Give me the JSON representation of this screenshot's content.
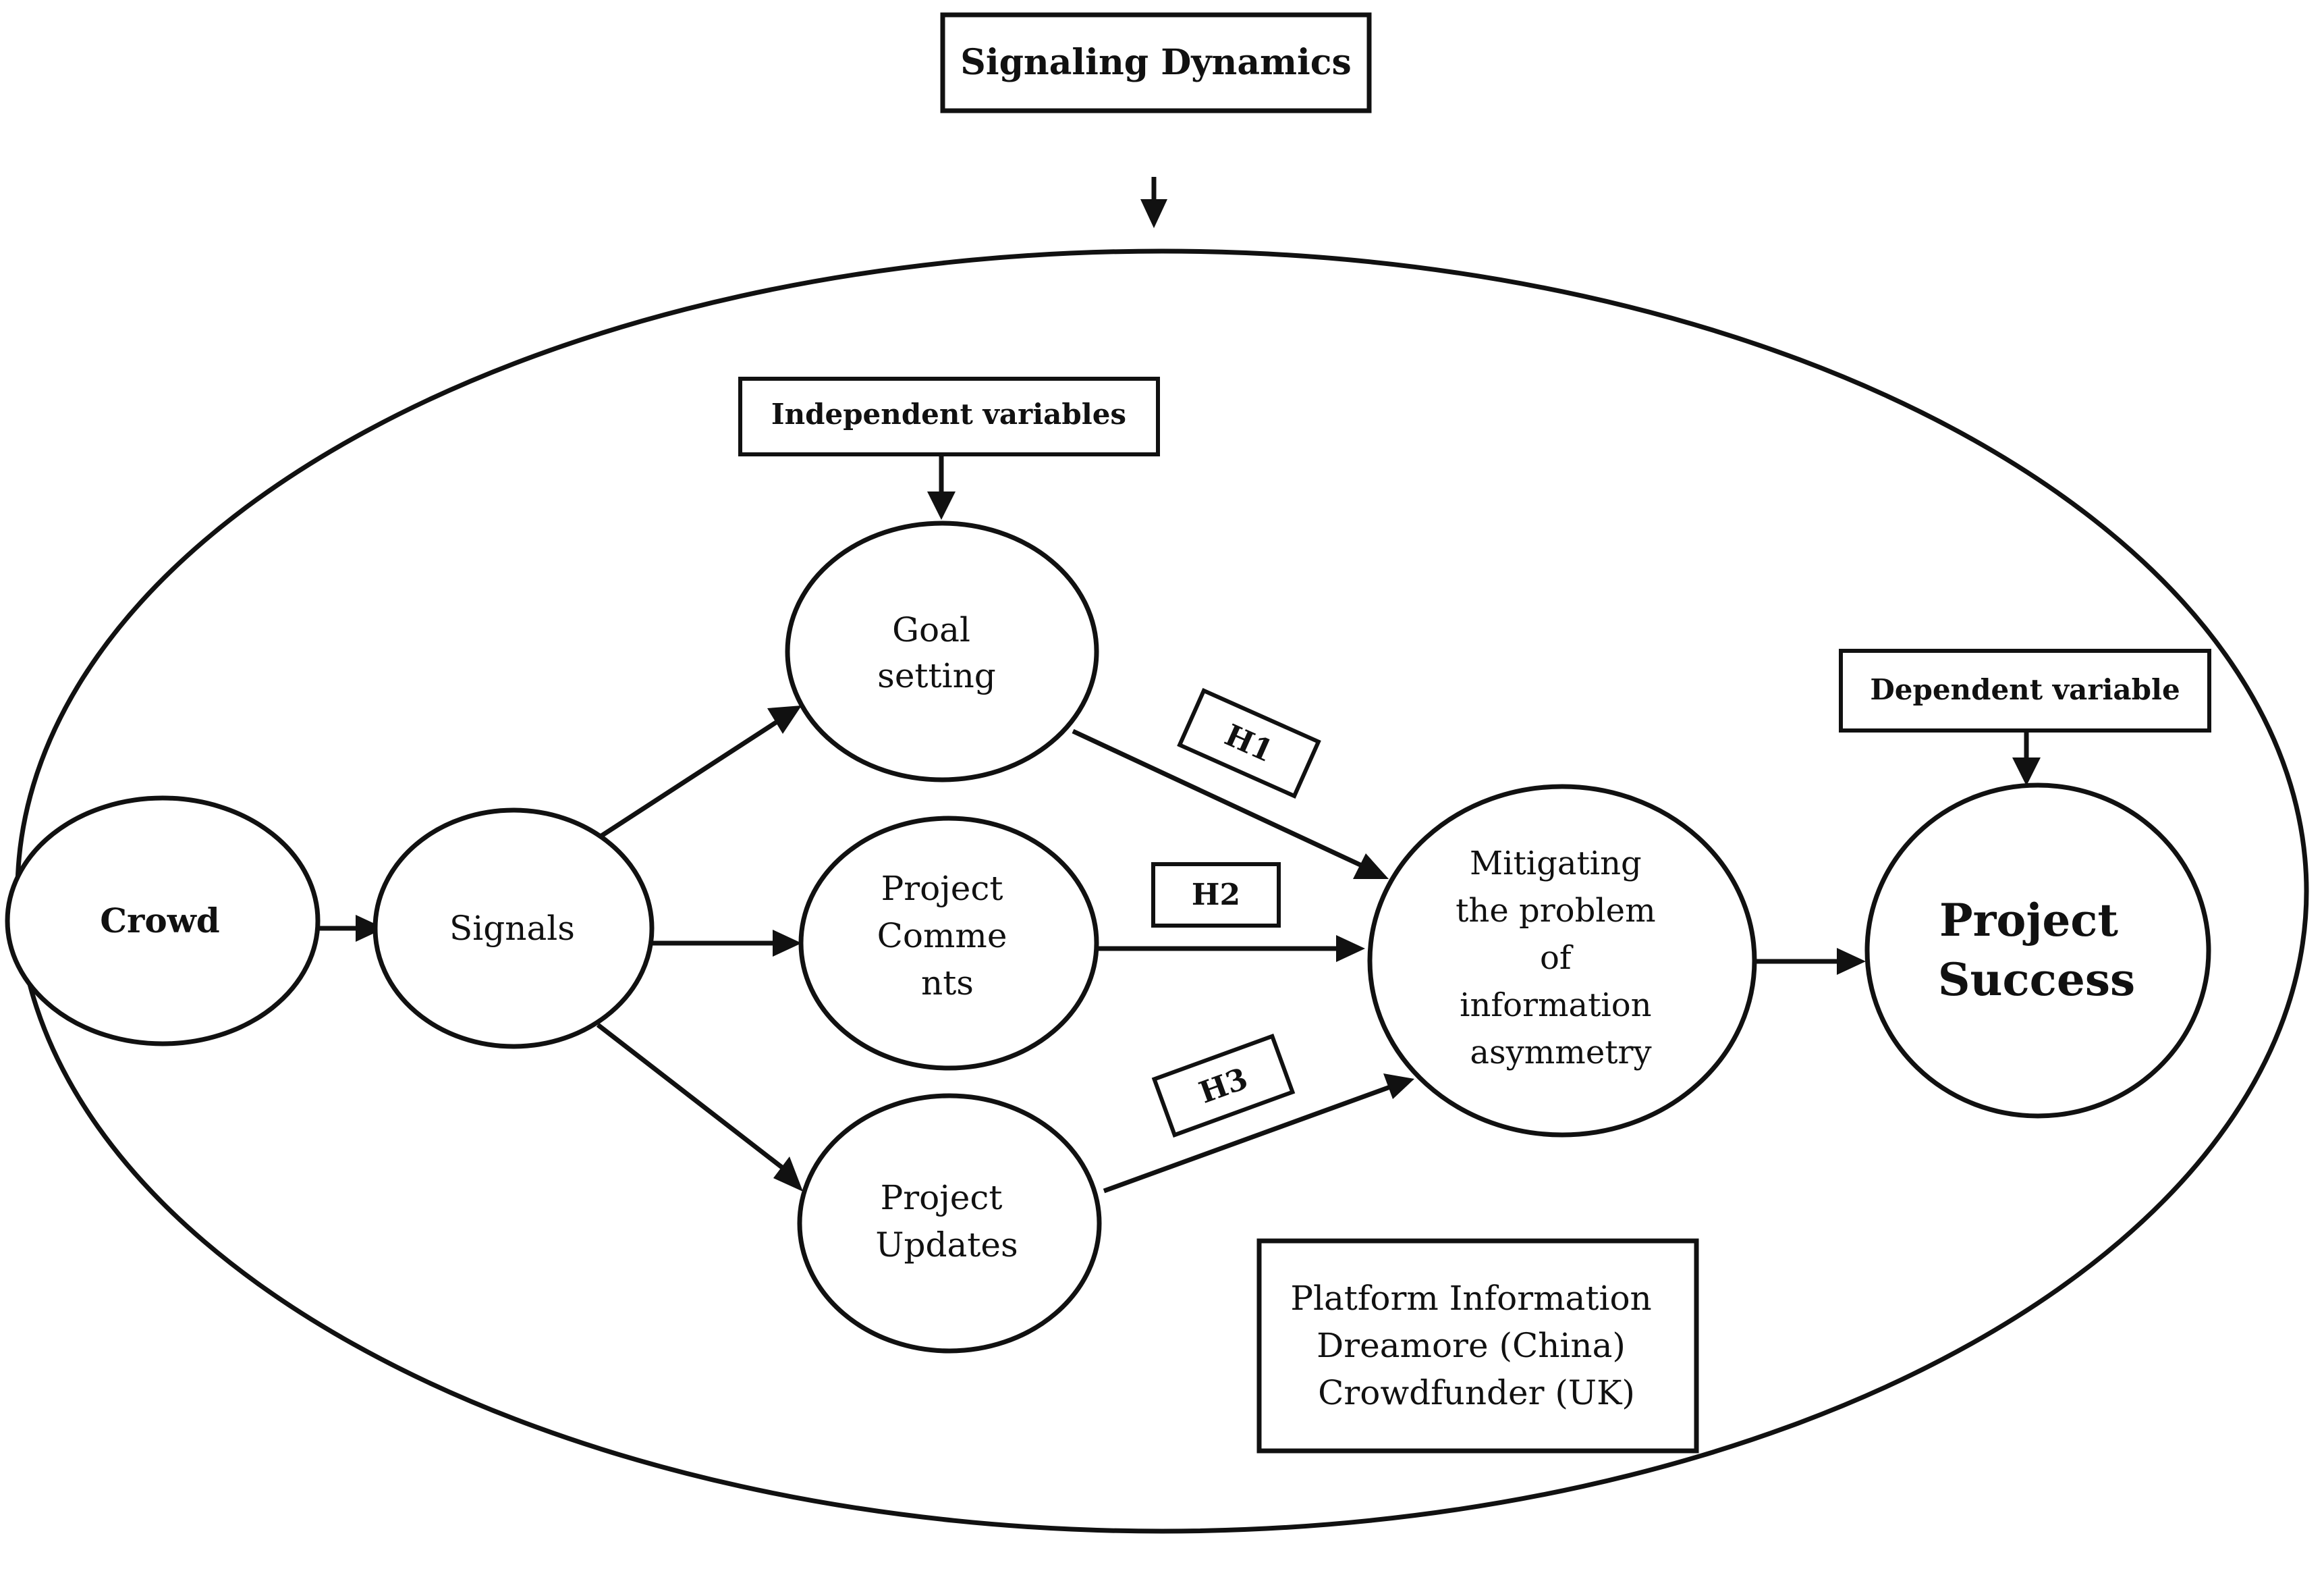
{
  "header_box": "Signaling Dynamics",
  "independent_box": "Independent variables",
  "dependent_box": "Dependent variable",
  "nodes": {
    "crowd": "Crowd",
    "signals": "Signals",
    "goal": [
      "Goal",
      "setting"
    ],
    "comments": [
      "Project",
      "Comme",
      "nts"
    ],
    "updates": [
      "Project",
      "Updates"
    ],
    "mitigating": [
      "Mitigating",
      "the problem",
      "of",
      "information",
      "asymmetry"
    ],
    "success": [
      "Project",
      "Success"
    ]
  },
  "hypotheses": [
    "H1",
    "H2",
    "H3"
  ],
  "platform": [
    "Platform Information",
    "Dreamore (China)",
    "Crowdfunder (UK)"
  ]
}
